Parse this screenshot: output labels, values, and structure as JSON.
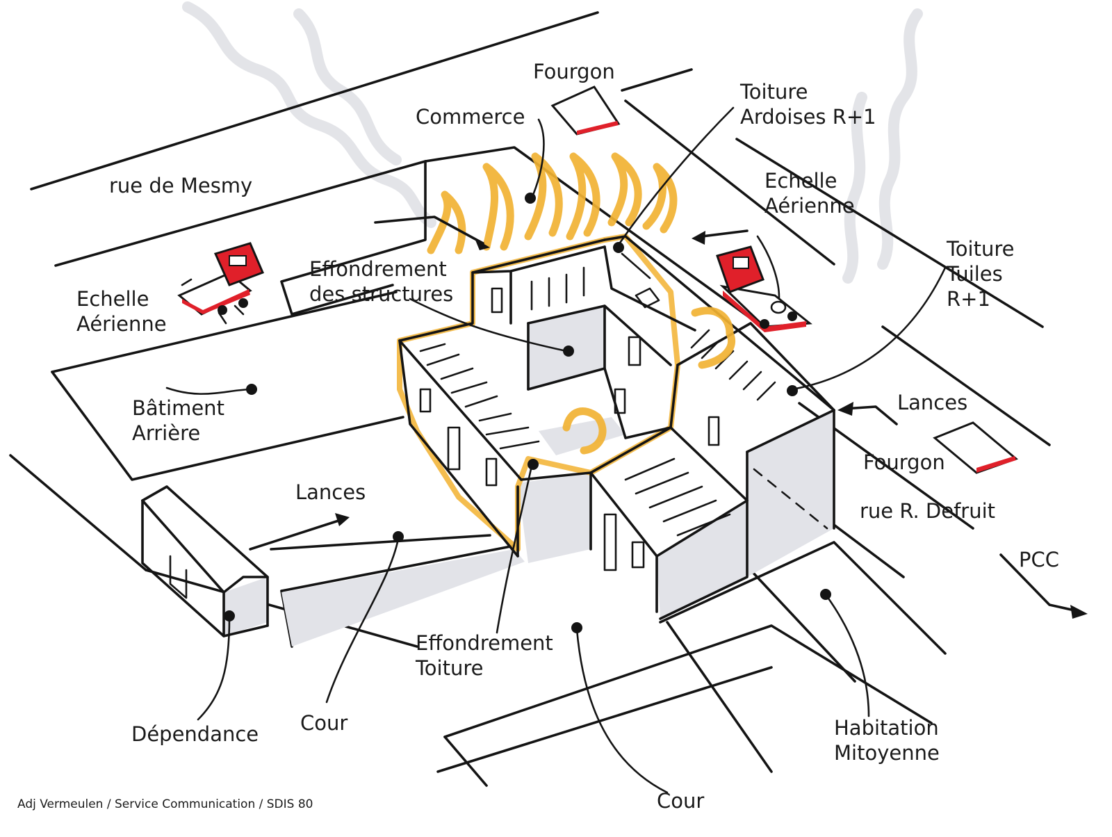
{
  "diagram": {
    "labels": {
      "fourgon_top": "Fourgon",
      "commerce": "Commerce",
      "toiture_ardoises_l1": "Toiture",
      "toiture_ardoises_l2": "Ardoises R+1",
      "rue_mesmy": "rue de Mesmy",
      "echelle_right_l1": "Echelle",
      "echelle_right_l2": "Aérienne",
      "echelle_left_l1": "Echelle",
      "echelle_left_l2": "Aérienne",
      "effondrement_structures_l1": "Effondrement",
      "effondrement_structures_l2": "des structures",
      "toiture_tuiles_l1": "Toiture",
      "toiture_tuiles_l2": "Tuiles",
      "toiture_tuiles_l3": "R+1",
      "batiment_arriere_l1": "Bâtiment",
      "batiment_arriere_l2": "Arrière",
      "lances_right": "Lances",
      "fourgon_right": "Fourgon",
      "rue_defruit": "rue R. Defruit",
      "lances_left": "Lances",
      "pcc": "PCC",
      "effondrement_toiture_l1": "Effondrement",
      "effondrement_toiture_l2": "Toiture",
      "dependance": "Dépendance",
      "cour_left": "Cour",
      "habitation_l1": "Habitation",
      "habitation_l2": "Mitoyenne",
      "cour_bottom": "Cour"
    },
    "credit": "Adj Vermeulen / Service Communication  / SDIS 80",
    "colors": {
      "ink": "#141414",
      "fire": "#f1b233",
      "vehicle_red": "#e0202a",
      "shade": "#e2e3e8",
      "smoke": "#dcdde2"
    },
    "icons": [
      "fire-truck-icon",
      "van-icon",
      "flames-icon",
      "arrow-icon"
    ]
  }
}
